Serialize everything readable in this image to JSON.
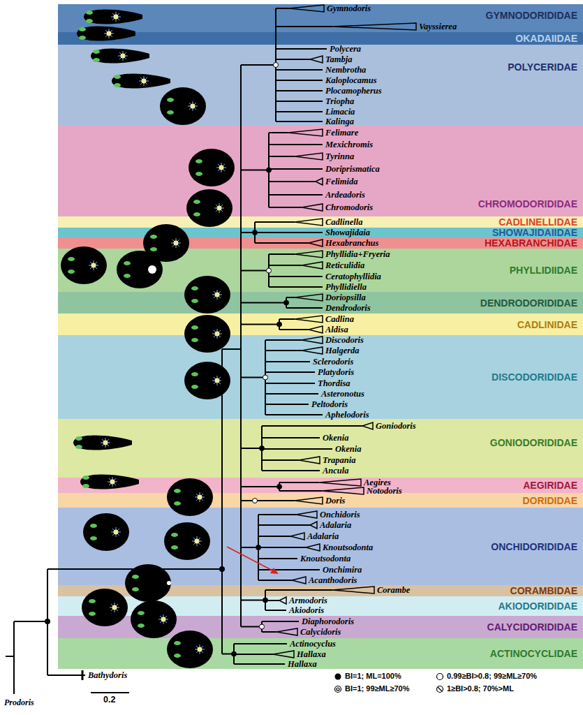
{
  "diagram": {
    "nodes": [
      {
        "text": [
          "GYMNODORIDIDAE"
        ]
      },
      {
        "text": [
          "OKADAIIDAE"
        ]
      },
      {
        "text": [
          "POLYCERIDAE"
        ]
      },
      {
        "text": [
          "CHROMODORIDIDAE"
        ]
      },
      {
        "text": [
          "CADLINELLIDAE"
        ]
      },
      {
        "text": [
          "SHOWAJIDAIIDAE"
        ]
      },
      {
        "text": [
          "HEXABRANCHIDAE"
        ]
      },
      {
        "text": [
          "PHYLLIDIIDAE"
        ]
      },
      {
        "text": [
          "DENDRODORIDIDAE"
        ]
      },
      {
        "text": [
          "CADLINIDAE"
        ]
      },
      {
        "text": [
          "DISCODORIDIDAE"
        ]
      },
      {
        "text": [
          "GONIODORIDIDAE"
        ]
      },
      {
        "text": [
          "AEGIRIDAE"
        ]
      },
      {
        "text": [
          "DORIDIDAE"
        ]
      },
      {
        "text": [
          "ONCHIDORIDIDAE"
        ]
      },
      {
        "text": [
          "CORAMBIDAE"
        ]
      },
      {
        "text": [
          "AKIODORIDIDAE"
        ]
      },
      {
        "text": [
          "CALYCIDORIDIDAE"
        ]
      },
      {
        "text": [
          "ACTINOCYCLIDAE"
        ]
      }
    ],
    "labels": [
      "Gymnodoris",
      "Vayssierea",
      "Polycera",
      "Tambja",
      "Nembrotha",
      "Kaloplocamus",
      "Plocamopherus",
      "Triopha",
      "Limacia",
      "Kalinga",
      "Felimare",
      "Mexichromis",
      "Tyrinna",
      "Doriprismatica",
      "Felimida",
      "Ardeadoris",
      "Chromodoris",
      "Cadlinella",
      "Showajidaia",
      "Hexabranchus",
      "Phyllidia+Fryeria",
      "Reticulidia",
      "Ceratophyllidia",
      "Phyllidiella",
      "Doriopsilla",
      "Dendrodoris",
      "Cadlina",
      "Aldisa",
      "Discodoris",
      "Halgerda",
      "Sclerodoris",
      "Platydoris",
      "Thordisa",
      "Asteronotus",
      "Peltodoris",
      "Aphelodoris",
      "Goniodoris",
      "Okenia",
      "Okenia",
      "Trapania",
      "Ancula",
      "Aegires",
      "Notodoris",
      "Doris",
      "Onchidoris",
      "Adalaria",
      "Adalaria",
      "Knoutsodonta",
      "Knoutsodonta",
      "Onchimira",
      "Acanthodoris",
      "Corambe",
      "Armodoris",
      "Akiodoris",
      "Diaphorodoris",
      "Calycidoris",
      "Actinocyclus",
      "Hallaxa",
      "Hallaxa",
      "Bathydoris",
      "Prodoris",
      "0.2"
    ],
    "legend": [
      {
        "text": "BI=1; ML=100%"
      },
      {
        "text": "BI=1; 99≥ML≥70%"
      },
      {
        "text": "0.99≥BI>0.8; 99≥ML≥70%"
      },
      {
        "text": "1≥BI>0.8; 70%>ML"
      }
    ]
  }
}
